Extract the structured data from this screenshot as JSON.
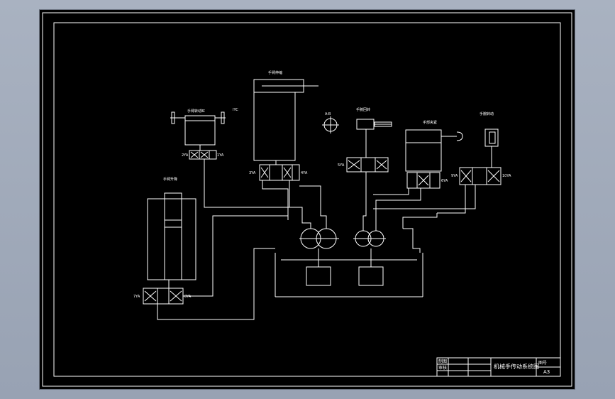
{
  "labels": {
    "rotation_cylinder": "手臂转动缸",
    "lift_cylinder": "手臂伸缩",
    "swing": "手腕回转",
    "gripper": "手部夹紧",
    "wrist_rotate": "手腕转动",
    "arm_raise": "手臂升降",
    "small_label": "IYC",
    "valve_left_a": "2YA",
    "valve_left_b": "1YA",
    "valve_main_a": "3YA",
    "valve_main_b": "4YA",
    "valve_swing": "5YA",
    "valve_grip": "6YA",
    "valve_lower": "7YA",
    "valve_lower_b": "8YA",
    "valve_wrist": "9YA",
    "valve_wrist_b": "10YA",
    "ab": "A-B"
  },
  "title_block": {
    "row1_left": "制图",
    "row2_left": "审核",
    "title": "机械手传动系统图",
    "sheet_code": "图号",
    "size": "A3"
  },
  "colors": {
    "background": "#000000",
    "lines": "#ffffff",
    "page": "#a3acbb"
  }
}
